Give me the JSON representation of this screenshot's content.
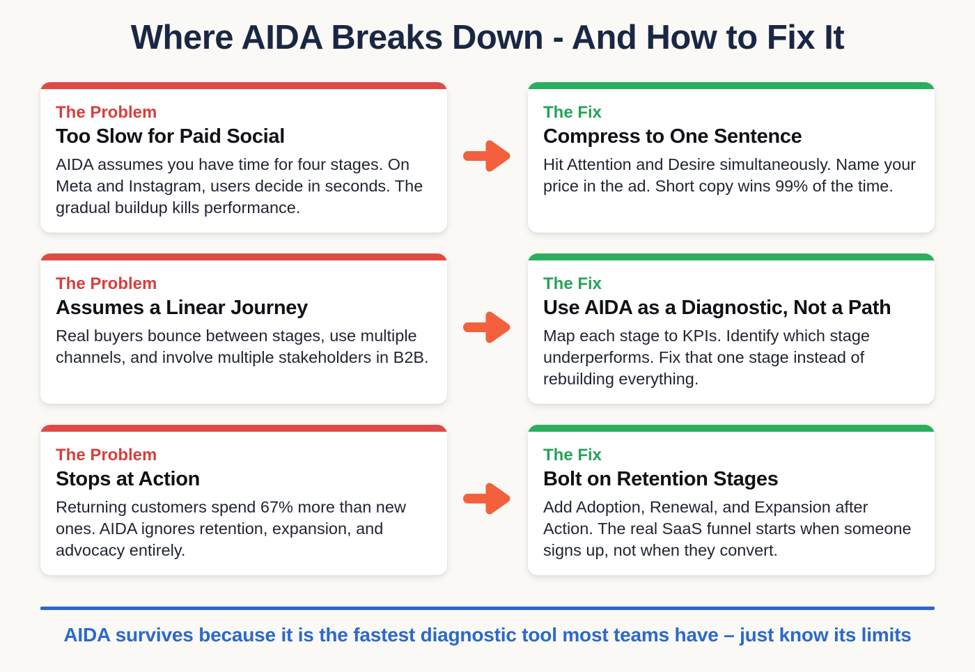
{
  "page": {
    "title": "Where AIDA Breaks Down - And How to Fix It",
    "footer": "AIDA survives because it is the fastest diagnostic tool most teams have – just know its limits"
  },
  "colors": {
    "problem_accent": "#E04A44",
    "problem_label": "#D93E3C",
    "fix_accent": "#2BAE5D",
    "fix_label": "#27A35A",
    "arrow": "#F3603E",
    "footer_blue": "#2B68CD",
    "title_navy": "#1A2744"
  },
  "icons": {
    "arrow_right": "right-arrow"
  },
  "rows": [
    {
      "problem": {
        "label": "The Problem",
        "title": "Too Slow for Paid Social",
        "body": "AIDA assumes you have time for four stages. On Meta and Instagram, users decide in seconds. The gradual buildup kills performance."
      },
      "fix": {
        "label": "The Fix",
        "title": "Compress to One Sentence",
        "body": "Hit Attention and Desire simultaneously. Name your price in the ad. Short copy wins 99% of the time."
      }
    },
    {
      "problem": {
        "label": "The Problem",
        "title": "Assumes a Linear Journey",
        "body": "Real buyers bounce between stages, use multiple channels, and involve multiple stakeholders in B2B."
      },
      "fix": {
        "label": "The Fix",
        "title": "Use AIDA as a Diagnostic, Not a Path",
        "body": "Map each stage to KPIs. Identify which stage underperforms. Fix that one stage instead of rebuilding everything."
      }
    },
    {
      "problem": {
        "label": "The Problem",
        "title": "Stops at Action",
        "body": "Returning customers spend 67% more than new ones. AIDA ignores retention, expansion, and advocacy entirely."
      },
      "fix": {
        "label": "The Fix",
        "title": "Bolt on Retention Stages",
        "body": "Add Adoption, Renewal, and Expansion after Action. The real SaaS funnel starts when someone signs up, not when they convert."
      }
    }
  ]
}
